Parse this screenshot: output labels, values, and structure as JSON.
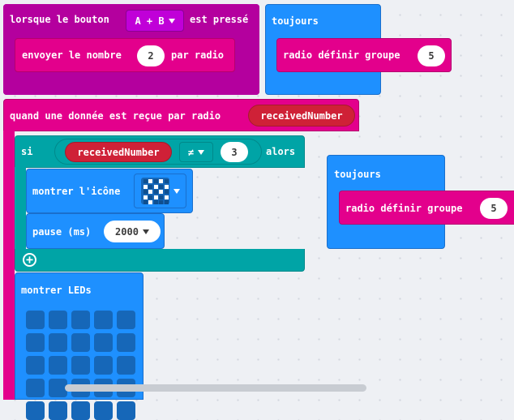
{
  "colors": {
    "radio": "#e3008c",
    "event_border": "#b4009e",
    "event": "#c000d8",
    "basic": "#1e90ff",
    "logic": "#00a4a6",
    "variable": "#cf2137",
    "led_off": "#1667b8"
  },
  "button_event": {
    "prefix": "lorsque le bouton",
    "button": "A + B",
    "suffix": "est pressé",
    "send_label": "envoyer le nombre",
    "send_value": "2",
    "send_suffix": "par radio"
  },
  "forever_top": {
    "label": "toujours",
    "group_label": "radio définir groupe",
    "group_value": "5"
  },
  "received_event": {
    "label": "quand une donnée est reçue par radio",
    "variable": "receivedNumber",
    "if_label": "si",
    "condition_var": "receivedNumber",
    "operator": "≠",
    "condition_value": "3",
    "then_label": "alors",
    "show_icon_label": "montrer l'icône",
    "pause_label": "pause (ms)",
    "pause_value": "2000",
    "show_leds_label": "montrer LEDs"
  },
  "forever_right": {
    "label": "toujours",
    "group_label": "radio définir groupe",
    "group_value": "5"
  },
  "icon_grid": [
    [
      0,
      1,
      0,
      1,
      0
    ],
    [
      1,
      0,
      1,
      0,
      1
    ],
    [
      0,
      1,
      0,
      1,
      0
    ],
    [
      1,
      0,
      1,
      0,
      1
    ],
    [
      0,
      1,
      0,
      0,
      0
    ]
  ]
}
